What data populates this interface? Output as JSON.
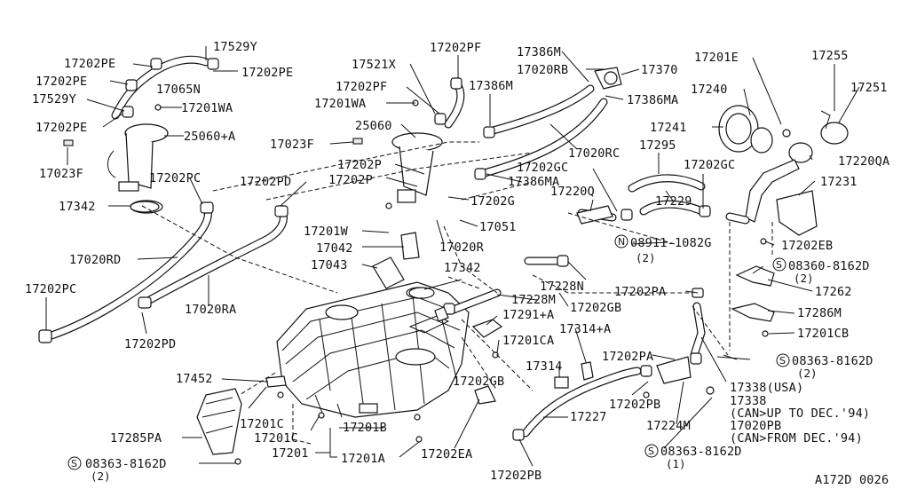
{
  "diagram_code": "A172D 0026",
  "callouts": [
    {
      "id": "p17529Y_top",
      "text": "17529Y"
    },
    {
      "id": "p17202PE_a",
      "text": "17202PE"
    },
    {
      "id": "p17202PE_b",
      "text": "17202PE"
    },
    {
      "id": "p17202PE_c",
      "text": "17202PE"
    },
    {
      "id": "p17065N",
      "text": "17065N"
    },
    {
      "id": "p17529Y_mid",
      "text": "17529Y"
    },
    {
      "id": "p17201WA",
      "text": "17201WA"
    },
    {
      "id": "p17202PE_d",
      "text": "17202PE"
    },
    {
      "id": "p25060A",
      "text": "25060+A"
    },
    {
      "id": "p17023F",
      "text": "17023F"
    },
    {
      "id": "p17202PC_a",
      "text": "17202PC"
    },
    {
      "id": "p17342_a",
      "text": "17342"
    },
    {
      "id": "p17202PD_a",
      "text": "17202PD"
    },
    {
      "id": "p17020RD",
      "text": "17020RD"
    },
    {
      "id": "p17202PC_b",
      "text": "17202PC"
    },
    {
      "id": "p17020RA",
      "text": "17020RA"
    },
    {
      "id": "p17202PD_b",
      "text": "17202PD"
    },
    {
      "id": "p17202PF_a",
      "text": "17202PF"
    },
    {
      "id": "p17521X",
      "text": "17521X"
    },
    {
      "id": "p17202PF_b",
      "text": "17202PF"
    },
    {
      "id": "p17201WA_b",
      "text": "17201WA"
    },
    {
      "id": "p25060",
      "text": "25060"
    },
    {
      "id": "p17023F_b",
      "text": "17023F"
    },
    {
      "id": "p17202P_a",
      "text": "17202P"
    },
    {
      "id": "p17202P_b",
      "text": "17202P"
    },
    {
      "id": "p17202G",
      "text": "17202G"
    },
    {
      "id": "p17051",
      "text": "17051"
    },
    {
      "id": "p17020R",
      "text": "17020R"
    },
    {
      "id": "p17201W",
      "text": "17201W"
    },
    {
      "id": "p17042",
      "text": "17042"
    },
    {
      "id": "p17043",
      "text": "17043"
    },
    {
      "id": "p17342_b",
      "text": "17342"
    },
    {
      "id": "p17386M_a",
      "text": "17386M"
    },
    {
      "id": "p17020RB",
      "text": "17020RB"
    },
    {
      "id": "p17370",
      "text": "17370"
    },
    {
      "id": "p17386M_b",
      "text": "17386M"
    },
    {
      "id": "p17386MA_a",
      "text": "17386MA"
    },
    {
      "id": "p17020RC",
      "text": "17020RC"
    },
    {
      "id": "p17202GC_a",
      "text": "17202GC"
    },
    {
      "id": "p17386MA_b",
      "text": "17386MA"
    },
    {
      "id": "p17220Q",
      "text": "17220Q"
    },
    {
      "id": "p17201E",
      "text": "17201E"
    },
    {
      "id": "p17255",
      "text": "17255"
    },
    {
      "id": "p17240",
      "text": "17240"
    },
    {
      "id": "p17251",
      "text": "17251"
    },
    {
      "id": "p17241",
      "text": "17241"
    },
    {
      "id": "p17295",
      "text": "17295"
    },
    {
      "id": "p17220QA",
      "text": "17220QA"
    },
    {
      "id": "p17202GC_b",
      "text": "17202GC"
    },
    {
      "id": "p17231",
      "text": "17231"
    },
    {
      "id": "p17229",
      "text": "17229"
    },
    {
      "id": "p08911",
      "text": "08911-1082G"
    },
    {
      "id": "p08911_qty",
      "text": "(2)"
    },
    {
      "id": "p17202EB",
      "text": "17202EB"
    },
    {
      "id": "p08360",
      "text": "08360-8162D"
    },
    {
      "id": "p08360_qty",
      "text": "(2)"
    },
    {
      "id": "p17228N",
      "text": "17228N"
    },
    {
      "id": "p17228M",
      "text": "17228M"
    },
    {
      "id": "p17202GB_a",
      "text": "17202GB"
    },
    {
      "id": "p17202PA_a",
      "text": "17202PA"
    },
    {
      "id": "p17262",
      "text": "17262"
    },
    {
      "id": "p17291A",
      "text": "17291+A"
    },
    {
      "id": "p17286M",
      "text": "17286M"
    },
    {
      "id": "p17314A",
      "text": "17314+A"
    },
    {
      "id": "p17201CB",
      "text": "17201CB"
    },
    {
      "id": "p17201CA",
      "text": "17201CA"
    },
    {
      "id": "p17202PA_b",
      "text": "17202PA"
    },
    {
      "id": "p08363_a",
      "text": "08363-8162D"
    },
    {
      "id": "p08363_a_qty",
      "text": "(2)"
    },
    {
      "id": "p17314",
      "text": "17314"
    },
    {
      "id": "p17202GB_b",
      "text": "17202GB"
    },
    {
      "id": "p17338_usa",
      "text": "17338(USA)"
    },
    {
      "id": "p17338",
      "text": "17338"
    },
    {
      "id": "p17338_can",
      "text": "(CAN>UP TO DEC.'94)"
    },
    {
      "id": "p17020PB",
      "text": "17020PB"
    },
    {
      "id": "p17020PB_can",
      "text": "(CAN>FROM DEC.'94)"
    },
    {
      "id": "p17452",
      "text": "17452"
    },
    {
      "id": "p17201C_a",
      "text": "17201C"
    },
    {
      "id": "p17201C_b",
      "text": "17201C"
    },
    {
      "id": "p17227",
      "text": "17227"
    },
    {
      "id": "p17202PB_a",
      "text": "17202PB"
    },
    {
      "id": "p17224M",
      "text": "17224M"
    },
    {
      "id": "p17285PA",
      "text": "17285PA"
    },
    {
      "id": "p17201B",
      "text": "17201B"
    },
    {
      "id": "p17201",
      "text": "17201"
    },
    {
      "id": "p17201A",
      "text": "17201A"
    },
    {
      "id": "p17202EA",
      "text": "17202EA"
    },
    {
      "id": "p08363_b",
      "text": "08363-8162D"
    },
    {
      "id": "p08363_b_qty",
      "text": "(1)"
    },
    {
      "id": "p17202PB_b",
      "text": "17202PB"
    },
    {
      "id": "p08363_c",
      "text": "08363-8162D"
    },
    {
      "id": "p08363_c_qty",
      "text": "(2)"
    }
  ],
  "symbols": {
    "s": "S",
    "n": "N"
  }
}
